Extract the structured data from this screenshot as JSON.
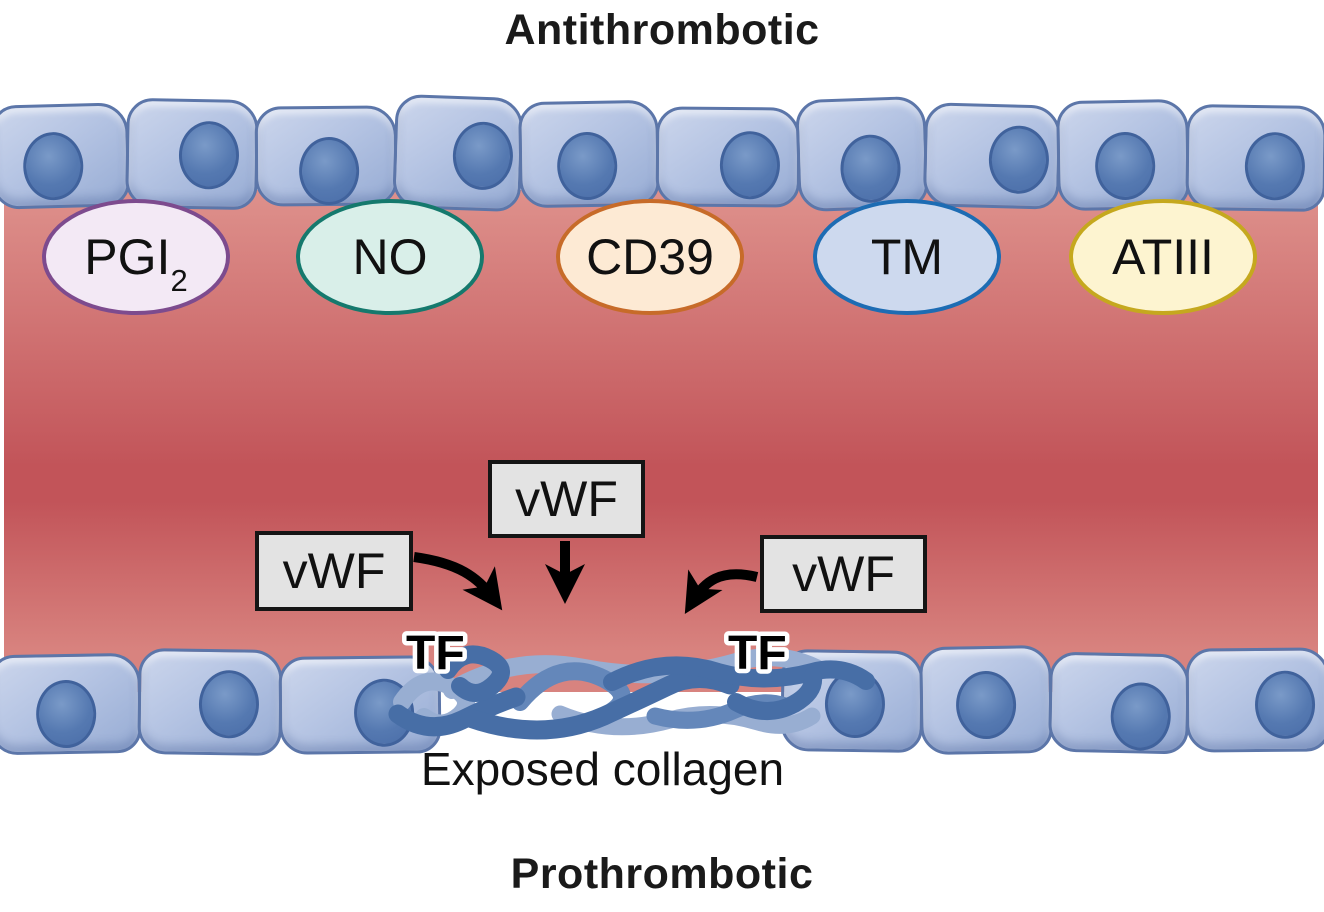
{
  "title_top": "Antithrombotic",
  "title_bottom": "Prothrombotic",
  "antithrombotic_factors": [
    {
      "label": "PGI",
      "subscript": "2",
      "fill": "#f3e9f5",
      "border": "#7d4b8e"
    },
    {
      "label": "NO",
      "subscript": "",
      "fill": "#d9efe9",
      "border": "#15796d"
    },
    {
      "label": "CD39",
      "subscript": "",
      "fill": "#fdead4",
      "border": "#c76b29"
    },
    {
      "label": "TM",
      "subscript": "",
      "fill": "#cdd9ee",
      "border": "#1d6cb3"
    },
    {
      "label": "ATIII",
      "subscript": "",
      "fill": "#fdf4d0",
      "border": "#c5a81e"
    }
  ],
  "vwf_boxes": [
    {
      "label": "vWF",
      "position": "left"
    },
    {
      "label": "vWF",
      "position": "middle"
    },
    {
      "label": "vWF",
      "position": "right"
    }
  ],
  "tf_labels": [
    {
      "label": "TF"
    },
    {
      "label": "TF"
    }
  ],
  "collagen_caption": "Exposed collagen",
  "vessel": {
    "endothelial_cells_top_count": 10,
    "endothelial_cells_bottom_left_count": 3,
    "endothelial_cells_bottom_right_count": 4,
    "lumen_gradient_top": "#de918c",
    "lumen_gradient_middle": "#c25459",
    "lumen_gradient_bottom": "#d8837f",
    "collagen_fiber_dark": "#476ea6",
    "collagen_fiber_medium": "#6487ba",
    "collagen_fiber_light": "#98aed2"
  }
}
